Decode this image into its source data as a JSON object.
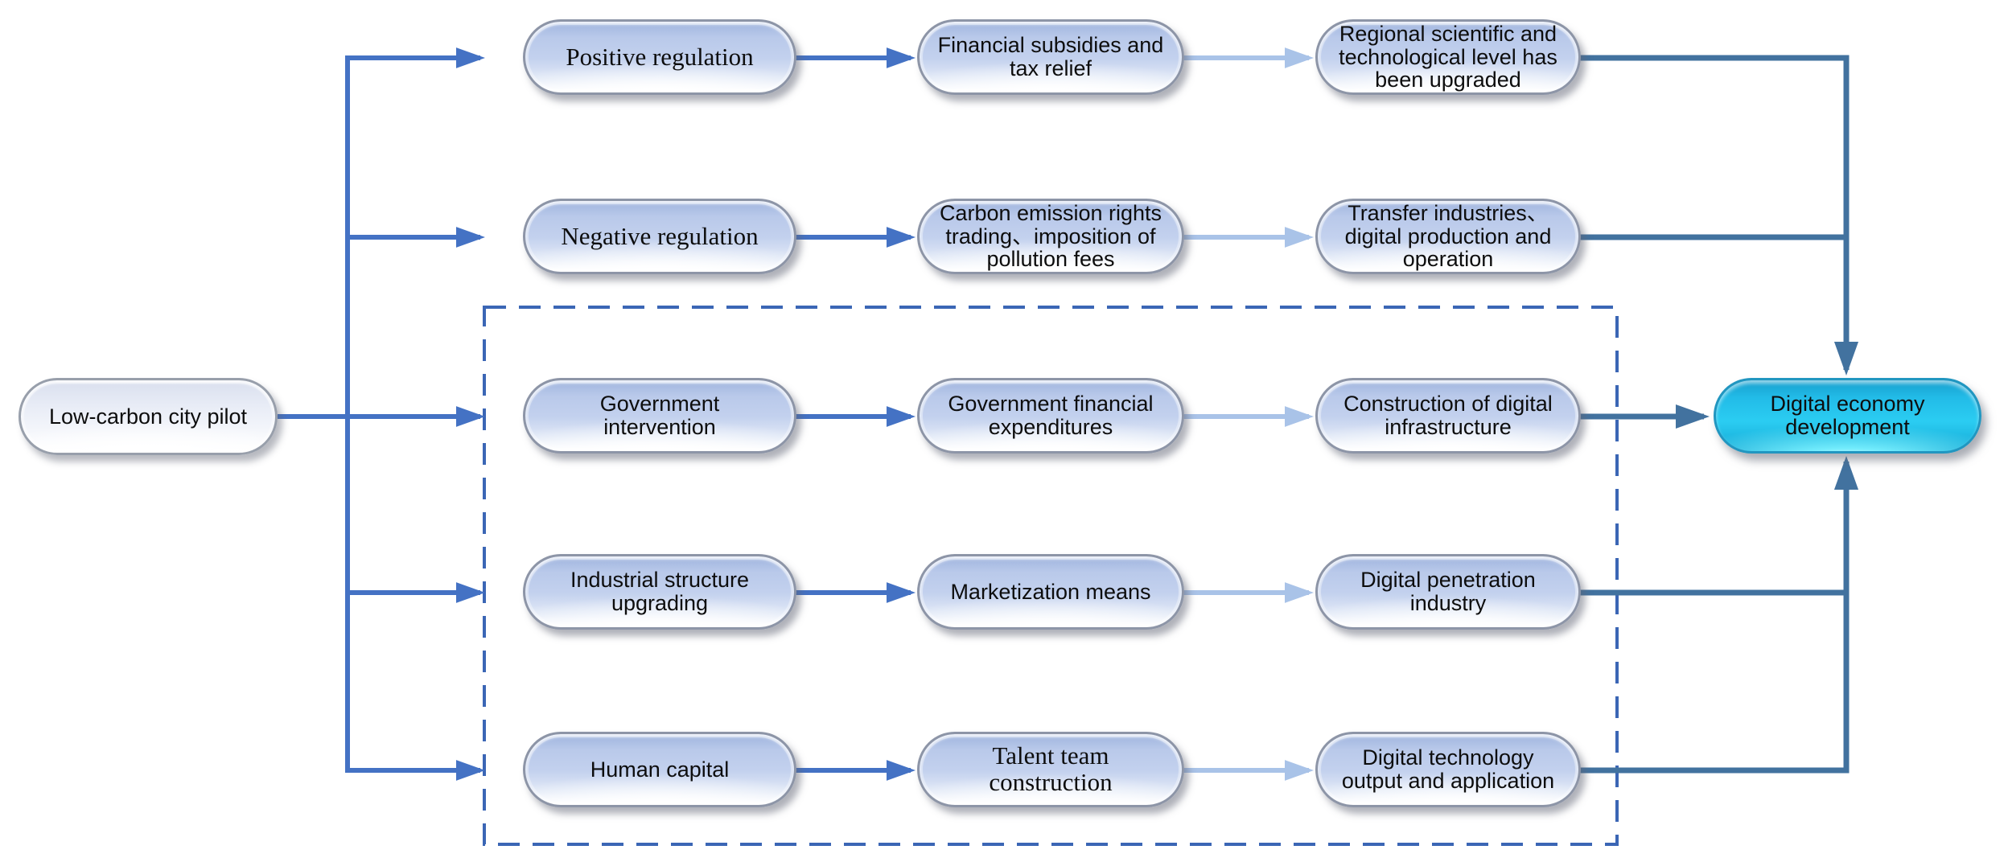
{
  "nodes": {
    "source": "Low-carbon city pilot",
    "target": "Digital economy\ndevelopment"
  },
  "rows": [
    {
      "mechanism": "Positive regulation",
      "pathway": "Financial subsidies and\ntax relief",
      "outcome": "Regional scientific and\ntechnological level has\nbeen upgraded"
    },
    {
      "mechanism": "Negative regulation",
      "pathway": "Carbon emission rights\ntrading、imposition of\npollution fees",
      "outcome": "Transfer industries、\ndigital production and\noperation"
    },
    {
      "mechanism": "Government\nintervention",
      "pathway": "Government financial\nexpenditures",
      "outcome": "Construction of digital\ninfrastructure"
    },
    {
      "mechanism": "Industrial structure\nupgrading",
      "pathway": "Marketization means",
      "outcome": "Digital penetration\nindustry"
    },
    {
      "mechanism": "Human capital",
      "pathway": "Talent team\nconstruction",
      "outcome": "Digital technology\noutput and application"
    }
  ],
  "colors": {
    "arrow_blue": "#4472C4",
    "arrow_light": "#A9C3E8",
    "arrow_steel": "#42729F",
    "dashed_border": "#3B66B5",
    "node_fill": "#B9C9EA",
    "source_fill": "#EDF0F8",
    "target_fill": "#20C2EE"
  }
}
